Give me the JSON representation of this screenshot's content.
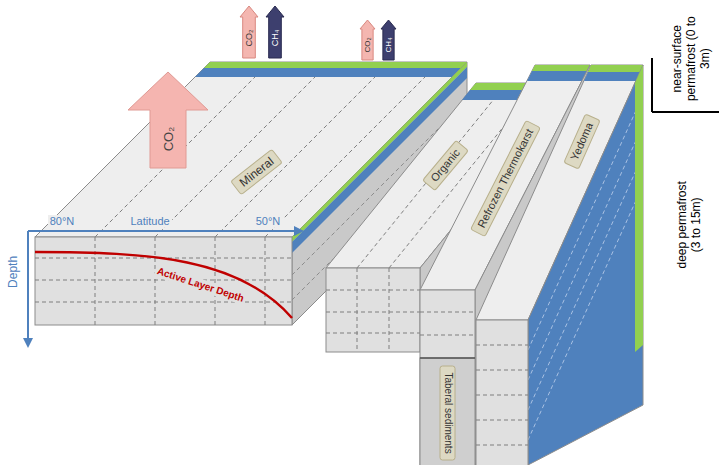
{
  "diagram": {
    "nodes": [
      {
        "text": [
          "CO₂"
        ]
      },
      {
        "text": [
          "CH₄"
        ]
      },
      {
        "text": [
          "CO₂"
        ]
      },
      {
        "text": [
          "CH₄"
        ]
      },
      {
        "text": [
          "CO₂"
        ]
      },
      {
        "text": [
          "Mineral"
        ]
      },
      {
        "text": [
          "Organic"
        ]
      },
      {
        "text": [
          "Refrozen Thermokarst"
        ]
      },
      {
        "text": [
          "Yedoma"
        ]
      },
      {
        "text": [
          "Taberal sediments"
        ]
      }
    ],
    "labels": [
      "80°N",
      "Latitude",
      "50°N",
      "Depth",
      "Active Layer Depth",
      "near-surface permafrost (0 to 3m)",
      "deep permafrost (3 to 15m)"
    ]
  }
}
